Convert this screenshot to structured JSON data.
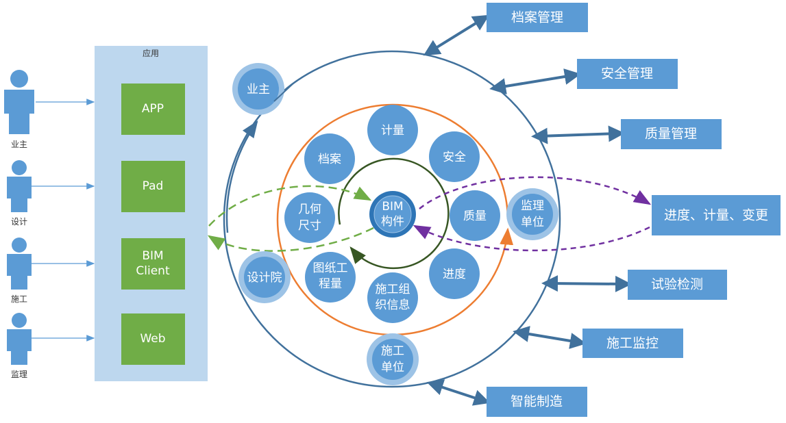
{
  "colors": {
    "circle_fill": "#5b9bd5",
    "outer_ring": "#41719c",
    "orange_ring": "#ed7d31",
    "green_ring": "#375623",
    "panel": "#bdd7ee",
    "app_box": "#70ad47",
    "purple": "#7030a0",
    "green_dash": "#70ad47"
  },
  "left_panel": {
    "title": "应用",
    "users": [
      {
        "label": "业主"
      },
      {
        "label": "设计"
      },
      {
        "label": "施工"
      },
      {
        "label": "监理"
      }
    ],
    "apps": [
      {
        "label": "APP"
      },
      {
        "label": "Pad"
      },
      {
        "label": "BIM",
        "label2": "Client"
      },
      {
        "label": "Web"
      }
    ]
  },
  "center": {
    "line1": "BIM",
    "line2": "构件"
  },
  "inner_nodes": [
    {
      "line1": "计量",
      "line2": ""
    },
    {
      "line1": "安全",
      "line2": ""
    },
    {
      "line1": "质量",
      "line2": ""
    },
    {
      "line1": "进度",
      "line2": ""
    },
    {
      "line1": "施工组",
      "line2": "织信息"
    },
    {
      "line1": "图纸工",
      "line2": "程量"
    },
    {
      "line1": "几何",
      "line2": "尺寸"
    },
    {
      "line1": "档案",
      "line2": ""
    }
  ],
  "role_nodes": [
    {
      "line1": "业主",
      "line2": ""
    },
    {
      "line1": "设计院",
      "line2": ""
    },
    {
      "line1": "监理",
      "line2": "单位"
    },
    {
      "line1": "施工",
      "line2": "单位"
    }
  ],
  "modules": [
    {
      "label": "档案管理"
    },
    {
      "label": "安全管理"
    },
    {
      "label": "质量管理"
    },
    {
      "label": "进度、计量、变更"
    },
    {
      "label": "试验检测"
    },
    {
      "label": "施工监控"
    },
    {
      "label": "智能制造"
    }
  ]
}
